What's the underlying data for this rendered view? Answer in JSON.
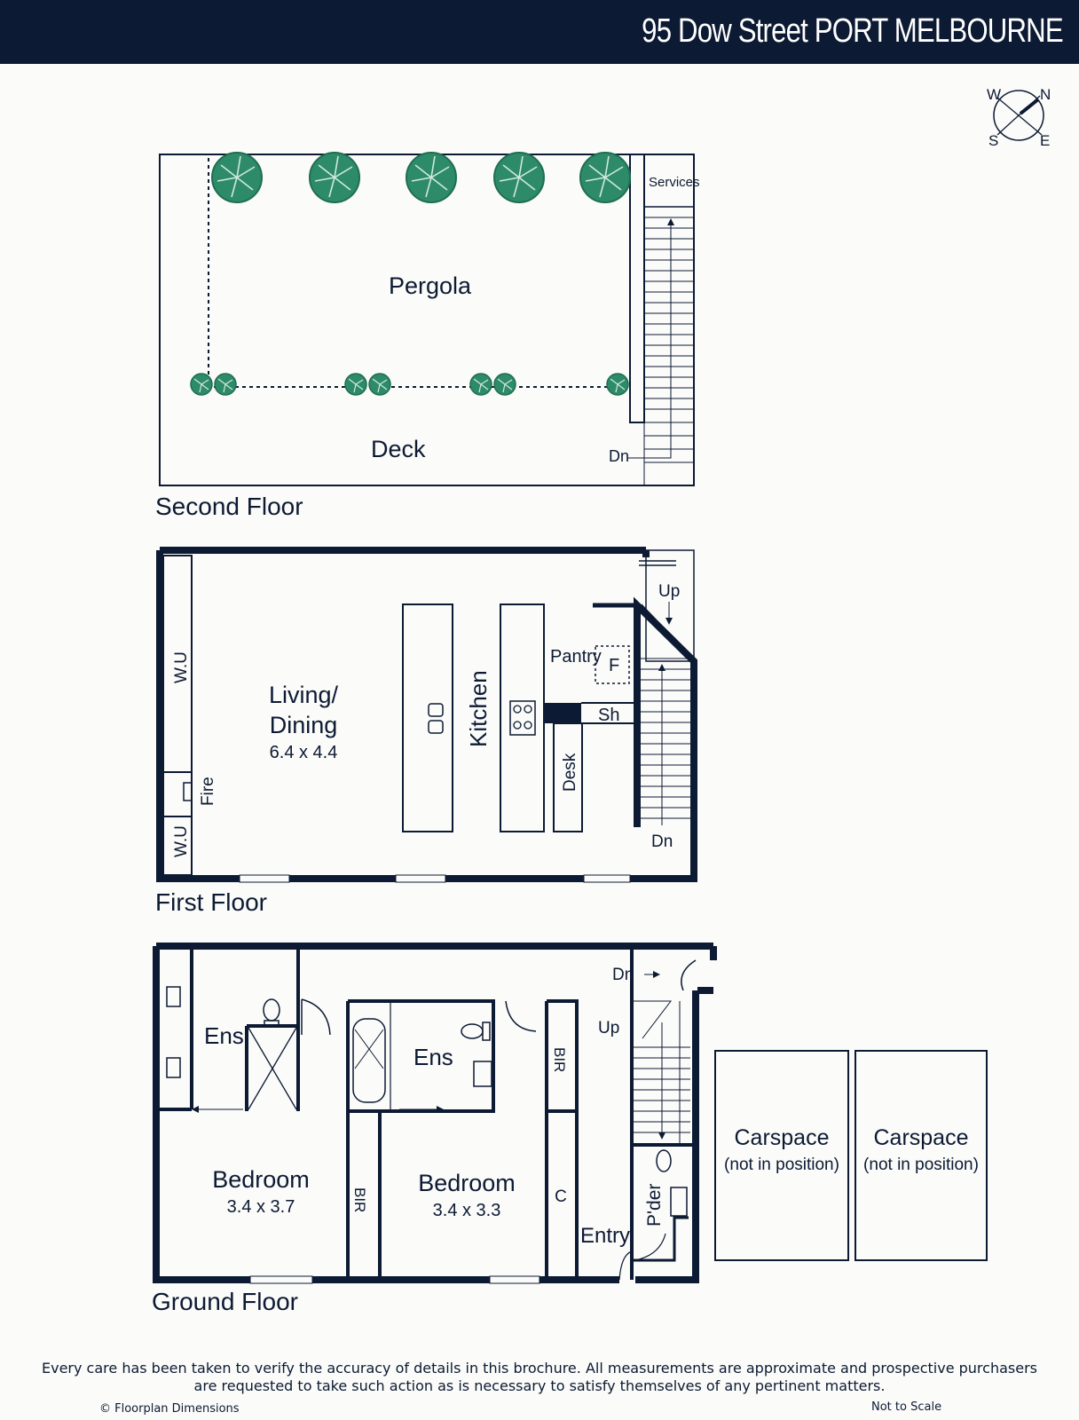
{
  "header": {
    "title": "95 Dow Street PORT MELBOURNE"
  },
  "compass": {
    "w": "W",
    "n": "N",
    "s": "S",
    "e": "E"
  },
  "second_floor": {
    "heading": "Second Floor",
    "pergola": "Pergola",
    "deck": "Deck",
    "services": "Services",
    "dn": "Dn"
  },
  "first_floor": {
    "heading": "First Floor",
    "wu_top": "W.U",
    "wu_bottom": "W.U",
    "fire": "Fire",
    "living": "Living/",
    "dining": "Dining",
    "living_dims": "6.4 x 4.4",
    "kitchen": "Kitchen",
    "pantry": "Pantry",
    "fridge": "F",
    "shelf": "Sh",
    "desk": "Desk",
    "up": "Up",
    "dn": "Dn"
  },
  "ground_floor": {
    "heading": "Ground Floor",
    "ens_left": "Ens",
    "ens_mid": "Ens",
    "bedroom1": "Bedroom",
    "bedroom1_dims": "3.4 x 3.7",
    "bedroom2": "Bedroom",
    "bedroom2_dims": "3.4 x 3.3",
    "bir_mid": "BIR",
    "bir_right": "BIR",
    "cupboard": "C",
    "dn": "Dn",
    "up": "Up",
    "powder": "P'der",
    "entry": "Entry",
    "carspace1": "Carspace",
    "carspace1_note": "(not in position)",
    "carspace2": "Carspace",
    "carspace2_note": "(not in position)"
  },
  "footer": {
    "line1": "Every care has been taken to verify the accuracy of details in this brochure. All measurements are approximate and prospective purchasers",
    "line2": "are requested to take such action as is necessary to satisfy themselves of any pertinent matters.",
    "copyright": "© Floorplan Dimensions",
    "not_to_scale": "Not to Scale"
  },
  "colors": {
    "ink": "#0c1a33",
    "tree": "#2e8b6a",
    "tree_dark": "#1f6e52",
    "background": "#fbfbf9"
  }
}
